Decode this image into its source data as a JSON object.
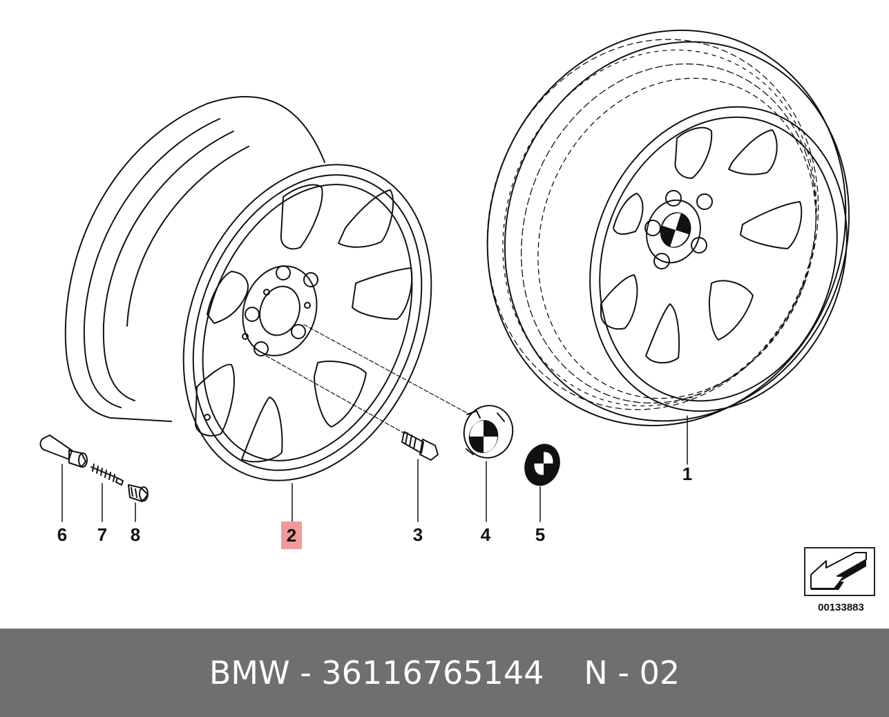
{
  "callouts": {
    "c1": "1",
    "c2": "2",
    "c3": "3",
    "c4": "4",
    "c5": "5",
    "c6": "6",
    "c7": "7",
    "c8": "8"
  },
  "highlight_color": "#f29a9a",
  "footer_bg": "#6f6f6f",
  "reference_code": "00133883",
  "footer": {
    "part_text": "BMW - 36116765144",
    "page_text": "N - 02"
  }
}
